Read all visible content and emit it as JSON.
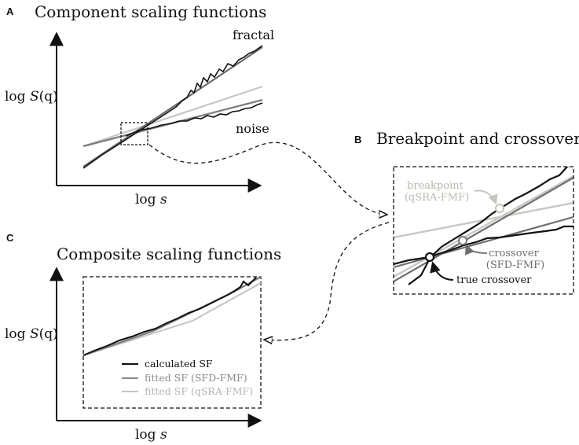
{
  "panel_a": {
    "letter": "A",
    "title": "Component scaling functions",
    "ylabel_prefix": "log ",
    "ylabel_S": "S",
    "ylabel_q": "(q)",
    "xlabel_prefix": "log ",
    "xlabel_s": "s",
    "label_fractal": "fractal",
    "label_noise": "noise"
  },
  "panel_b": {
    "letter": "B",
    "title": "Breakpoint and crossovers",
    "breakpoint_line1": "breakpoint",
    "breakpoint_line2": "(qSRA-FMF)",
    "crossover_line1": "crossover",
    "crossover_line2": "(SFD-FMF)",
    "true_crossover": "true crossover"
  },
  "panel_c": {
    "letter": "C",
    "title": "Composite scaling functions",
    "ylabel_prefix": "log ",
    "ylabel_S": "S",
    "ylabel_q": "(q)",
    "xlabel_prefix": "log ",
    "xlabel_s": "s",
    "legend": [
      {
        "label": "calculated SF",
        "color": "#111111"
      },
      {
        "label": "fitted SF (SFD-FMF)",
        "color": "#8a8a8a"
      },
      {
        "label": "fitted SF (qSRA-FMF)",
        "color": "#c4c4c0"
      }
    ]
  },
  "colors": {
    "calculated": "#111111",
    "sfd": "#7d7d7d",
    "qsra": "#c8c8c2",
    "breakpoint_text": "#b8b8b0",
    "crossover_text": "#6e6e6e"
  }
}
